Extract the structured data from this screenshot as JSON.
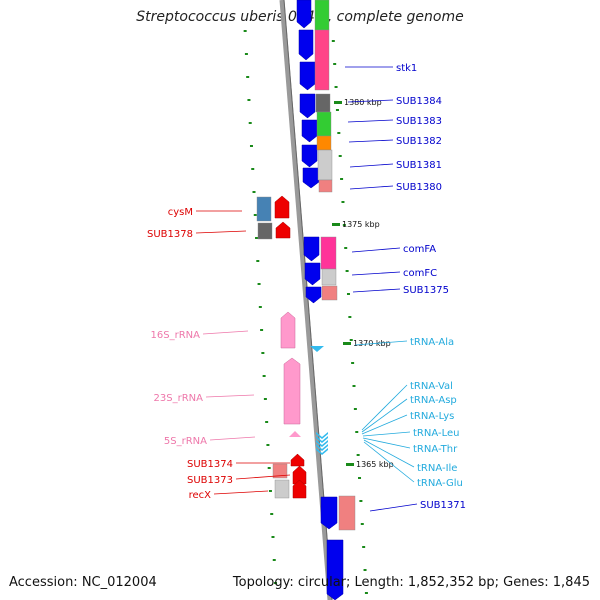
{
  "title": "Streptococcus uberis 0140J, complete genome",
  "accession_label": "Accession: NC_012004",
  "topology_label": "Topology: circular; Length: 1,852,352 bp; Genes: 1,845",
  "colors": {
    "backbone": "#808080",
    "forward_cds": "#0000ee",
    "reverse_cds": "#ee0000",
    "rrna": "#ff99cc",
    "trna": "#33bbee",
    "tick": "#1a8a1a",
    "blue_label": "#0000cc",
    "red_label": "#dd0000",
    "pink_label": "#ee77aa",
    "cyan_label": "#22aadd"
  },
  "kbp_ticks": [
    "1380 kbp",
    "1375 kbp",
    "1370 kbp",
    "1365 kbp"
  ],
  "feature_labels": {
    "right_blue": [
      "stk1",
      "SUB1384",
      "SUB1383",
      "SUB1382",
      "SUB1381",
      "SUB1380",
      "comFA",
      "comFC",
      "SUB1375",
      "SUB1371"
    ],
    "left_red": [
      "cysM",
      "SUB1378",
      "SUB1374",
      "SUB1373",
      "recX"
    ],
    "left_pink": [
      "16S_rRNA",
      "23S_rRNA",
      "5S_rRNA"
    ],
    "right_cyan": [
      "tRNA-Ala",
      "tRNA-Val",
      "tRNA-Asp",
      "tRNA-Lys",
      "tRNA-Leu",
      "tRNA-Thr",
      "tRNA-Ile",
      "tRNA-Glu"
    ]
  }
}
